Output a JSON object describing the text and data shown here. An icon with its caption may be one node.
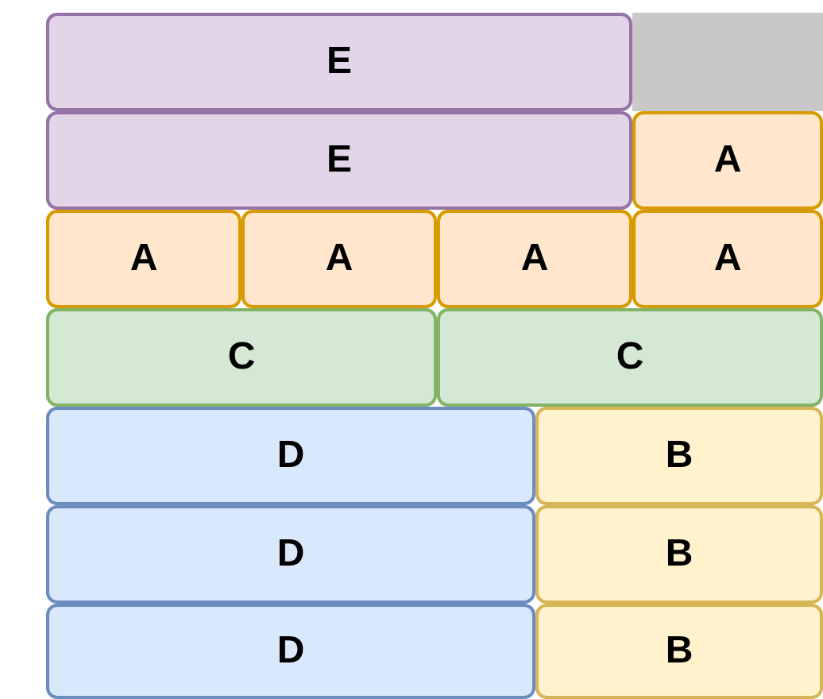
{
  "diagram": {
    "nodes": [
      {
        "text": [
          "E"
        ]
      },
      {
        "text": [],
        "shape": "box"
      },
      {
        "text": [
          "E"
        ]
      },
      {
        "text": [
          "A"
        ]
      },
      {
        "text": [
          "A"
        ]
      },
      {
        "text": [
          "A"
        ]
      },
      {
        "text": [
          "A"
        ]
      },
      {
        "text": [
          "A"
        ]
      },
      {
        "text": [
          "C"
        ]
      },
      {
        "text": [
          "C"
        ]
      },
      {
        "text": [
          "D"
        ]
      },
      {
        "text": [
          "B"
        ]
      },
      {
        "text": [
          "D"
        ]
      },
      {
        "text": [
          "B"
        ]
      },
      {
        "text": [
          "D"
        ]
      },
      {
        "text": [
          "B"
        ]
      }
    ]
  }
}
